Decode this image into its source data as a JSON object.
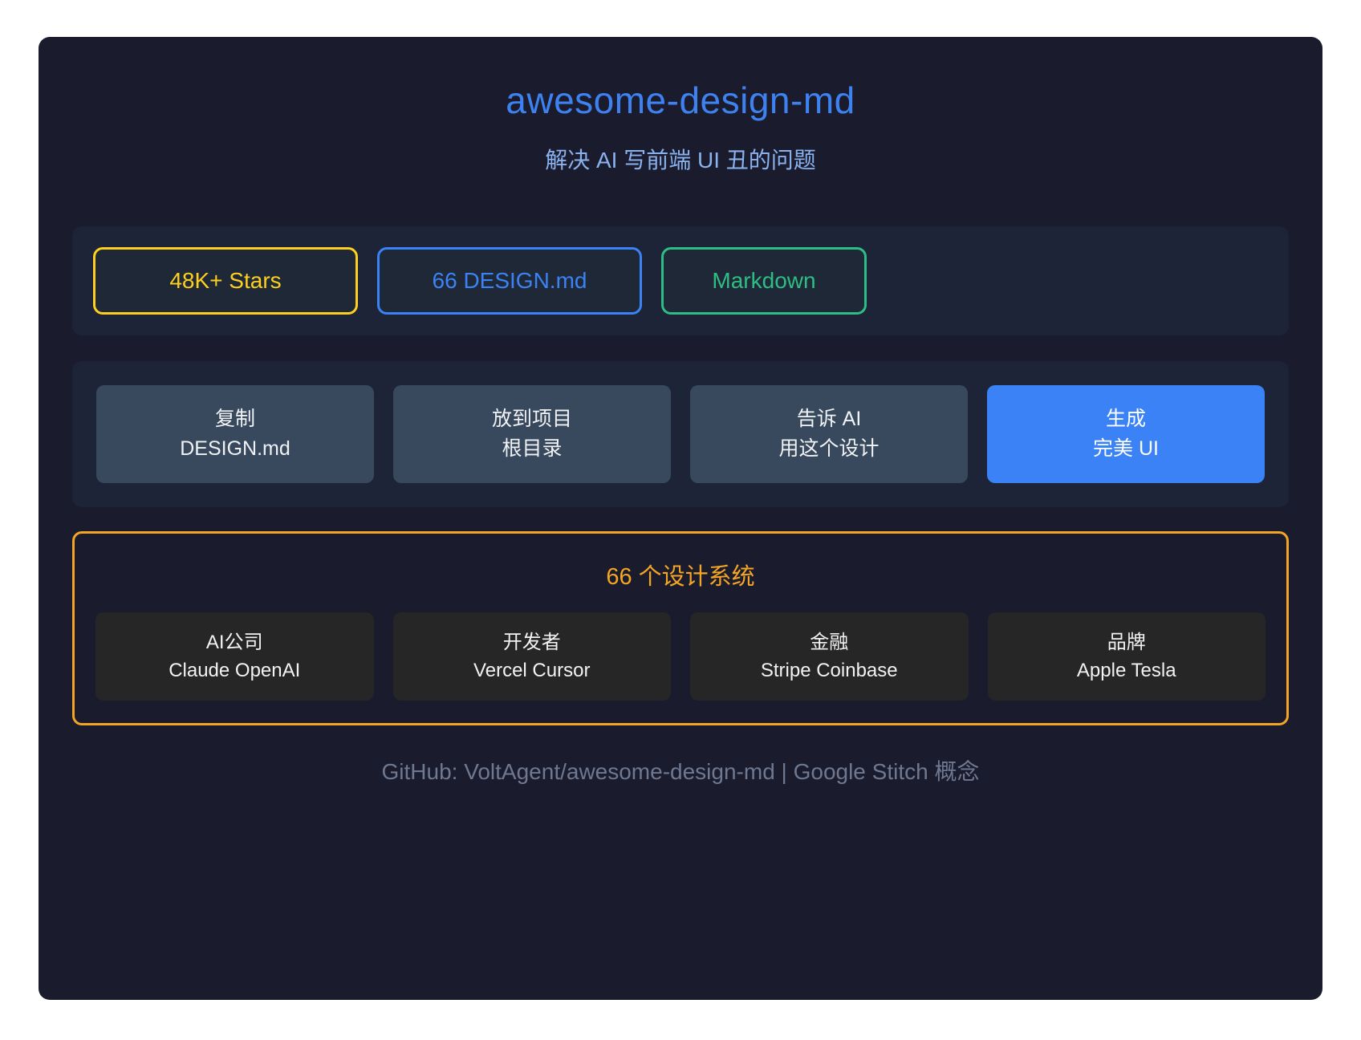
{
  "header": {
    "title": "awesome-design-md",
    "subtitle": "解决 AI 写前端 UI 丑的问题"
  },
  "badges": [
    {
      "label": "48K+ Stars",
      "color": "#fdd01f"
    },
    {
      "label": "66 DESIGN.md",
      "color": "#3b82f6"
    },
    {
      "label": "Markdown",
      "color": "#2ebd85"
    }
  ],
  "steps": [
    {
      "line1": "复制",
      "line2": "DESIGN.md"
    },
    {
      "line1": "放到项目",
      "line2": "根目录"
    },
    {
      "line1": "告诉 AI",
      "line2": "用这个设计"
    },
    {
      "line1": "生成",
      "line2": "完美 UI"
    }
  ],
  "systems": {
    "title": "66 个设计系统",
    "accent_color": "#f5a524",
    "categories": [
      {
        "name": "AI公司",
        "examples": "Claude OpenAI"
      },
      {
        "name": "开发者",
        "examples": "Vercel Cursor"
      },
      {
        "name": "金融",
        "examples": "Stripe Coinbase"
      },
      {
        "name": "品牌",
        "examples": "Apple Tesla"
      }
    ]
  },
  "footer": {
    "text": "GitHub: VoltAgent/awesome-design-md | Google Stitch 概念"
  },
  "colors": {
    "page_background": "#ffffff",
    "card_background": "#1a1c2e",
    "panel_background": "#1d2438",
    "step_card_background": "#38495d",
    "step_card_highlight": "#3b82f6",
    "category_card_background": "#262626",
    "title_blue": "#3d82f0",
    "subtitle_blue": "#8ab2ee",
    "footer_gray": "#6e7890"
  }
}
